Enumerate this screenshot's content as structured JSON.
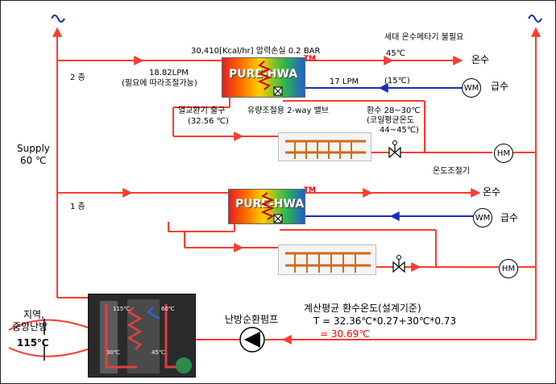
{
  "labels": {
    "household_meter": "세대  온수메타기 불필요",
    "loss": "30,410[Kcal/hr] 압력손실  0.2 BAR",
    "temp_45_top": "45℃",
    "hot_water_2f": "온수",
    "floor_2": "2 층",
    "flow_1882": "18.82LPM",
    "flow_note": "(필요에 따라조절가능)",
    "flow_17": "17 LPM",
    "temp_15": "(15℃)",
    "supply_water_2f": "급수",
    "exchanger_outlet": "열교환기 출구",
    "exchanger_outlet_temp": "(32.56 ℃)",
    "valve_note": "유량조절용  2-way 밸브",
    "return_temp": "환수 28~30℃",
    "coil_avg": "(코일평균온도",
    "coil_avg_temp": "44~45℃)",
    "supply": "Supply",
    "supply_temp": "60 ℃",
    "thermostat": "온도조절기",
    "floor_1": "1 층",
    "hot_water_1f": "온수",
    "supply_water_1f": "급수",
    "region_heating_1": "지역,",
    "region_heating_2": "중앙난방",
    "temp_115": "115℃",
    "pump": "난방순환펌프",
    "calc_title": "계산평균  환수온도(설계기준)",
    "calc_formula": "T = 32.36℃*0.27+30℃*0.73",
    "calc_result": "= 30.69℃"
  },
  "heaters": {
    "top_title": "PURE-HWA",
    "bottom_title": "PURE-HWA",
    "tm": "TM"
  },
  "meters": {
    "wm": "WM",
    "hm": "HM"
  },
  "unit_image": {
    "t1": "115℃",
    "t2": "60℃",
    "t3": "30℃",
    "t4": "45℃"
  },
  "colors": {
    "pipe_red": "#ff3b2f",
    "pipe_blue": "#1a2fb8",
    "text_red": "#ff0000"
  }
}
